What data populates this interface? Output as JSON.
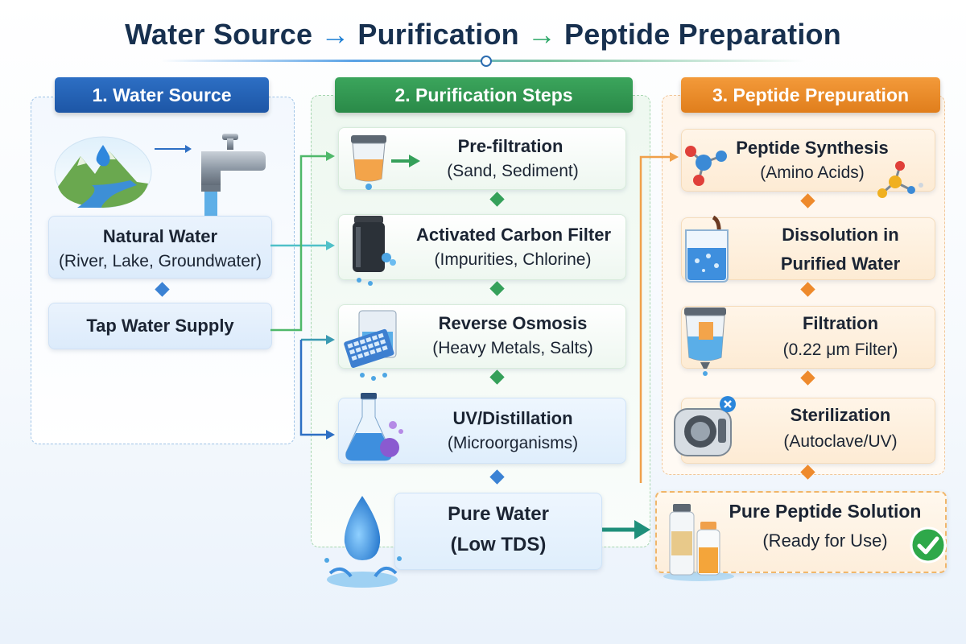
{
  "title": {
    "part1": "Water Source",
    "arrow1": "→",
    "part2": "Purification",
    "arrow2": "→",
    "part3": "Peptide Preparation"
  },
  "columns": {
    "water_source": {
      "header": "1. Water Source",
      "natural": {
        "title": "Natural Water",
        "subtitle": "(River, Lake, Groundwater)"
      },
      "tap": {
        "title": "Tap Water Supply"
      }
    },
    "purification": {
      "header": "2. Purification Steps",
      "steps": [
        {
          "title": "Pre-filtration",
          "subtitle": "(Sand, Sediment)"
        },
        {
          "title": "Activated Carbon Filter",
          "subtitle": "(Impurities, Chlorine)"
        },
        {
          "title": "Reverse Osmosis",
          "subtitle": "(Heavy Metals, Salts)"
        },
        {
          "title": "UV/Distillation",
          "subtitle": "(Microorganisms)"
        }
      ],
      "result": {
        "line1": "Pure Water",
        "line2": "(Low TDS)"
      }
    },
    "peptide": {
      "header": "3. Peptide Prepuration",
      "steps": [
        {
          "title": "Peptide Synthesis",
          "subtitle": "(Amino Acids)"
        },
        {
          "title_line1": "Dissolution in",
          "title_line2": "Purified Water"
        },
        {
          "title": "Filtration",
          "subtitle": "(0.22 μm Filter)"
        },
        {
          "title": "Sterilization",
          "subtitle": "(Autoclave/UV)"
        }
      ],
      "result": {
        "title": "Pure Peptide Solution",
        "subtitle": "(Ready for Use)"
      }
    }
  },
  "colors": {
    "blue": "#2d6fc4",
    "green": "#3ba55c",
    "orange": "#f39a3a",
    "teal": "#1f8f7a",
    "check": "#2ea84a"
  },
  "icons": [
    "landscape-water-drop-icon",
    "water-tap-icon",
    "sediment-filter-icon",
    "carbon-filter-icon",
    "reverse-osmosis-membrane-icon",
    "uv-flask-icon",
    "water-drop-splash-icon",
    "molecule-icon",
    "beaker-icon",
    "syringe-filter-icon",
    "autoclave-icon",
    "peptide-vials-icon",
    "checkmark-icon"
  ]
}
